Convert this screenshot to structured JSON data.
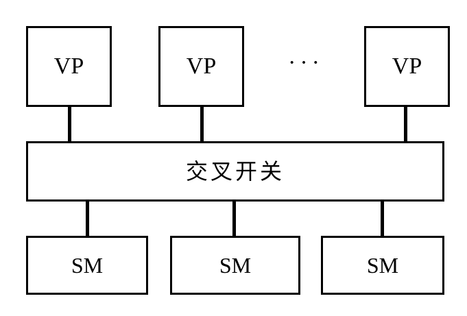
{
  "diagram": {
    "processors": [
      {
        "label": "VP"
      },
      {
        "label": "VP"
      },
      {
        "label": "VP"
      }
    ],
    "ellipsis": "···",
    "switch": {
      "label": "交叉开关"
    },
    "memories": [
      {
        "label": "SM"
      },
      {
        "label": "SM"
      },
      {
        "label": "SM"
      }
    ]
  }
}
